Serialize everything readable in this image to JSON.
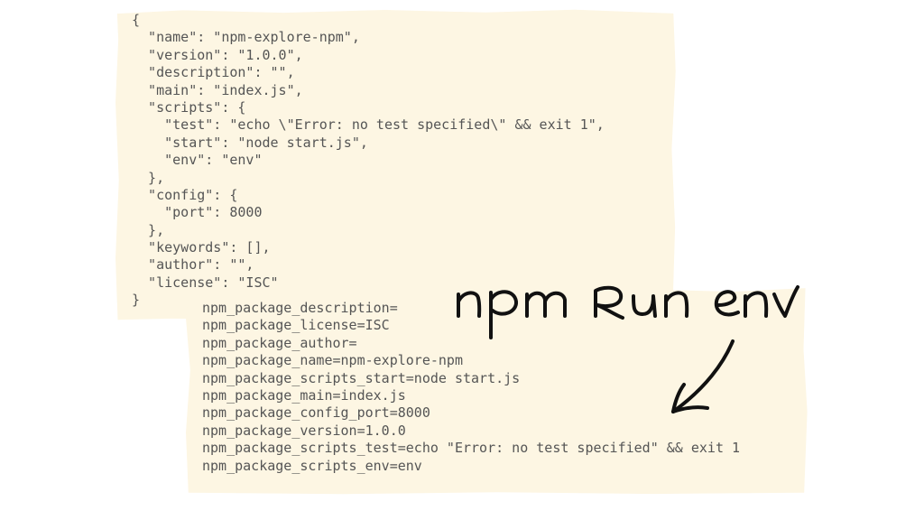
{
  "package_json": {
    "lines": [
      "{",
      "  \"name\": \"npm-explore-npm\",",
      "  \"version\": \"1.0.0\",",
      "  \"description\": \"\",",
      "  \"main\": \"index.js\",",
      "  \"scripts\": {",
      "    \"test\": \"echo \\\"Error: no test specified\\\" && exit 1\",",
      "    \"start\": \"node start.js\",",
      "    \"env\": \"env\"",
      "  },",
      "  \"config\": {",
      "    \"port\": 8000",
      "  },",
      "  \"keywords\": [],",
      "  \"author\": \"\",",
      "  \"license\": \"ISC\"",
      "}"
    ]
  },
  "env_output": {
    "lines": [
      "npm_package_description=",
      "npm_package_license=ISC",
      "npm_package_author=",
      "npm_package_name=npm-explore-npm",
      "npm_package_scripts_start=node start.js",
      "npm_package_main=index.js",
      "npm_package_config_port=8000",
      "npm_package_version=1.0.0",
      "npm_package_scripts_test=echo \"Error: no test specified\" && exit 1",
      "npm_package_scripts_env=env"
    ]
  },
  "annotation": {
    "command": "npm run env",
    "arrow_icon": "hand-drawn-arrow-down-left",
    "ink_color": "#111111"
  },
  "colors": {
    "paper": "#fdf6e3",
    "code_text": "#555555"
  }
}
